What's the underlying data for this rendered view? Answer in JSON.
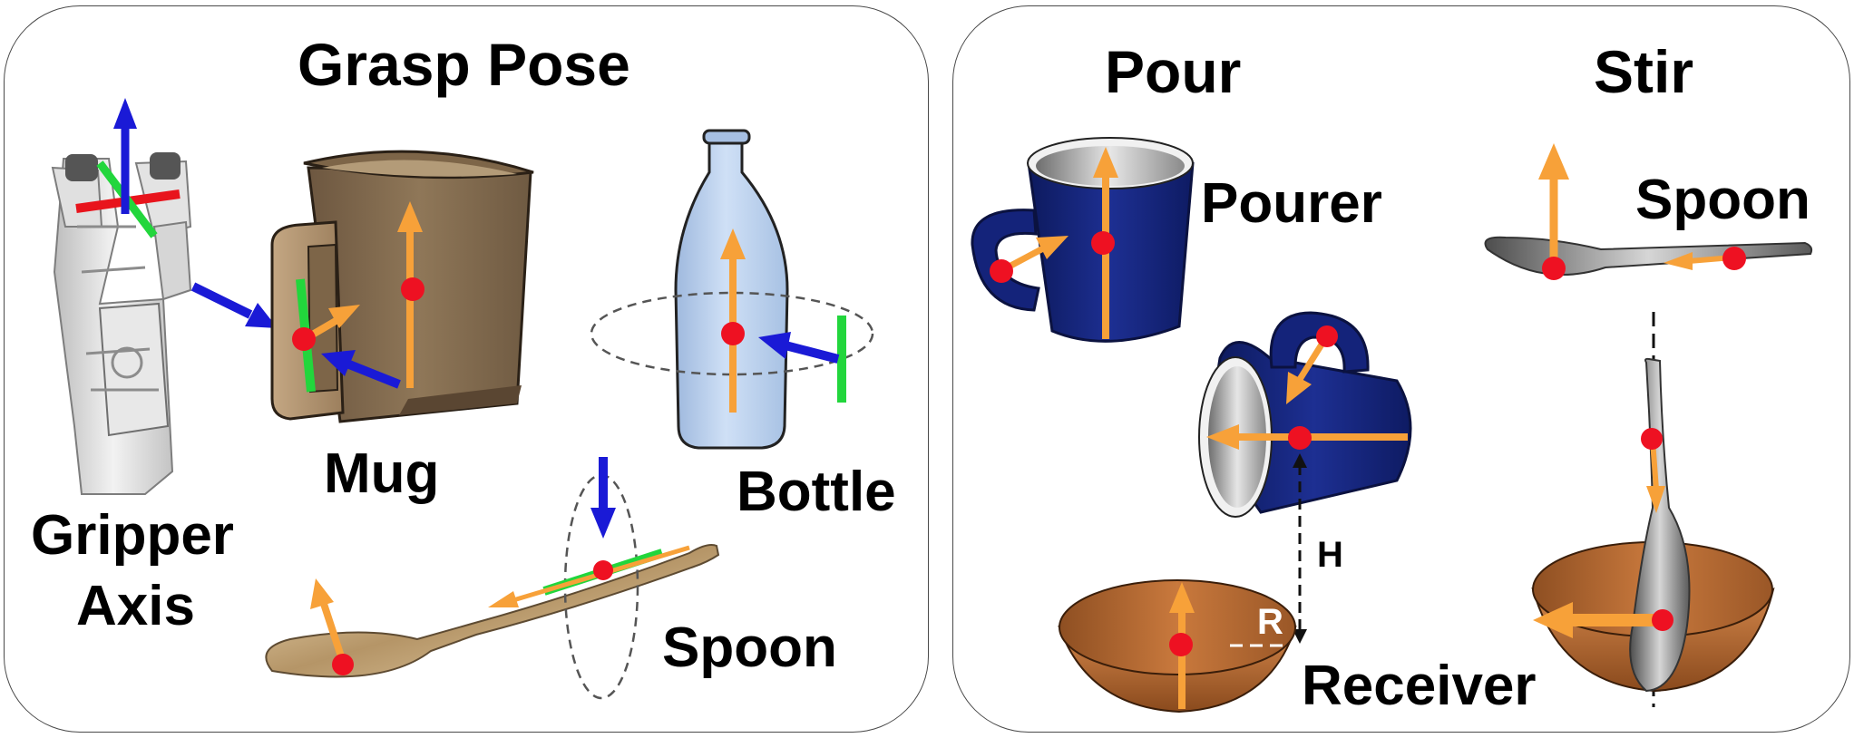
{
  "grasp": {
    "title": "Grasp Pose",
    "gripper_label_line1": "Gripper",
    "gripper_label_line2": "Axis",
    "mug_label": "Mug",
    "bottle_label": "Bottle",
    "spoon_label": "Spoon"
  },
  "tasks": {
    "pour_title": "Pour",
    "stir_title": "Stir",
    "pourer_label": "Pourer",
    "receiver_label": "Receiver",
    "height_label": "H",
    "radius_label": "R",
    "stir_spoon_label": "Spoon"
  },
  "colors": {
    "axis_up": "#1a1ad6",
    "axis_x": "#e8141c",
    "axis_y": "#22d63c",
    "keypoint": "#ee1122",
    "direction": "#f7a139",
    "mug_brown": "#8a7255",
    "cup_navy": "#14237a",
    "bottle_blue": "#bcd3ef",
    "bowl_wood": "#b8672f"
  },
  "icons": [
    "gripper-hand-icon",
    "mug-icon",
    "bottle-icon",
    "spoon-icon",
    "cup-icon",
    "bowl-icon"
  ]
}
